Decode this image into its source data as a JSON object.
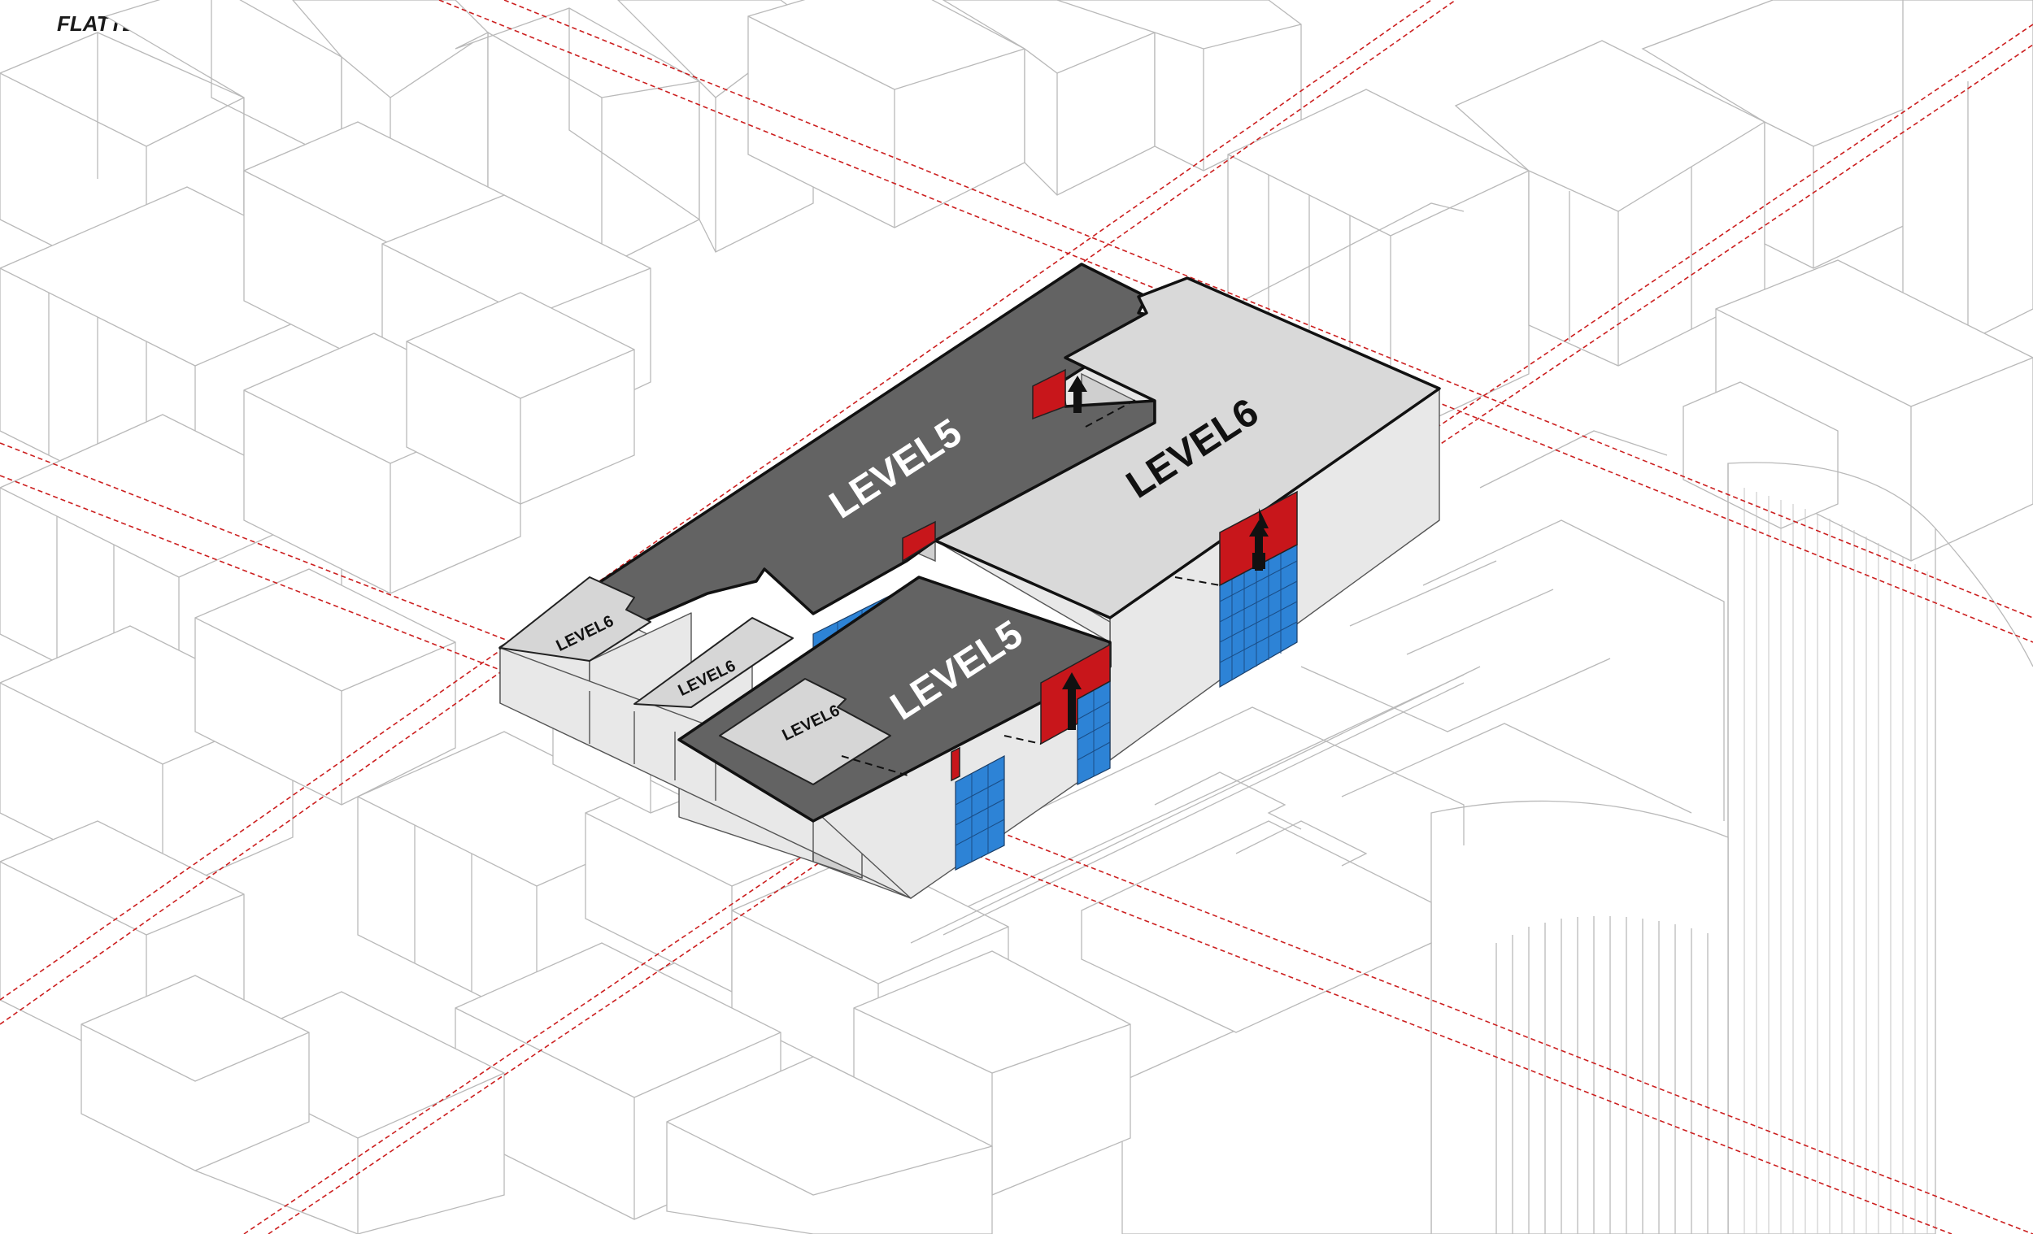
{
  "title": "FLATTEN THE ROOF",
  "blocks": {
    "north_level5": {
      "label": "LEVEL5"
    },
    "east_level6": {
      "label": "LEVEL6"
    },
    "south_level5": {
      "label": "LEVEL5"
    },
    "west_level6_a": {
      "label": "LEVEL6"
    },
    "west_level6_b": {
      "label": "LEVEL6"
    },
    "west_level6_c": {
      "label": "LEVEL6"
    }
  },
  "colors": {
    "roof_level5": "#636363",
    "roof_level6": "#d9d9d9",
    "core_stair": "#c8161b",
    "core_glazing": "#2d83d6",
    "alignment_lines": "#cc1f1f"
  },
  "icons": {
    "up_arrow": "up-arrow-icon"
  }
}
